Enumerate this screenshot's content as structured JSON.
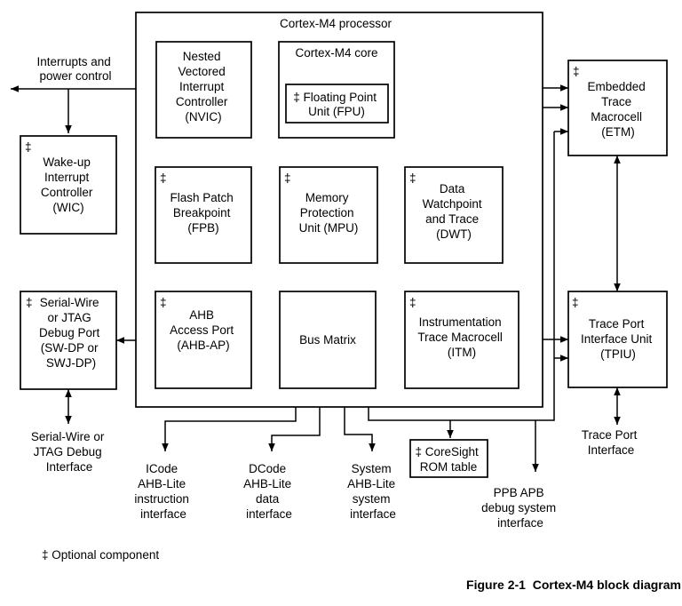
{
  "title": "Cortex-M4 processor",
  "boxes": {
    "nvic": {
      "lines": [
        "Nested",
        "Vectored",
        "Interrupt",
        "Controller",
        "(NVIC)"
      ]
    },
    "core": {
      "label": "Cortex-M4 core"
    },
    "fpu": {
      "lines": [
        "‡ Floating Point",
        "Unit (FPU)"
      ]
    },
    "wic": {
      "dagger": "‡",
      "lines": [
        "Wake-up",
        "Interrupt",
        "Controller",
        "(WIC)"
      ]
    },
    "fpb": {
      "dagger": "‡",
      "lines": [
        "Flash Patch",
        "Breakpoint",
        "(FPB)"
      ]
    },
    "mpu": {
      "dagger": "‡",
      "lines": [
        "Memory",
        "Protection",
        "Unit (MPU)"
      ]
    },
    "dwt": {
      "dagger": "‡",
      "lines": [
        "Data",
        "Watchpoint",
        "and Trace",
        "(DWT)"
      ]
    },
    "swdp": {
      "dagger": "‡",
      "lines": [
        "Serial-Wire",
        "or JTAG",
        "Debug Port",
        "(SW-DP or",
        "SWJ-DP)"
      ]
    },
    "ahbap": {
      "dagger": "‡",
      "lines": [
        "AHB",
        "Access Port",
        "(AHB-AP)"
      ]
    },
    "bus_matrix": {
      "label": "Bus Matrix"
    },
    "itm": {
      "dagger": "‡",
      "lines": [
        "Instrumentation",
        "Trace Macrocell",
        "(ITM)"
      ]
    },
    "etm": {
      "dagger": "‡",
      "lines": [
        "Embedded",
        "Trace",
        "Macrocell",
        "(ETM)"
      ]
    },
    "tpiu": {
      "dagger": "‡",
      "lines": [
        "Trace Port",
        "Interface Unit",
        "(TPIU)"
      ]
    },
    "rom_table": {
      "lines": [
        "‡ CoreSight",
        "ROM table"
      ]
    }
  },
  "labels": {
    "interrupts": [
      "Interrupts and",
      "power control"
    ],
    "swd_interface": [
      "Serial-Wire or",
      "JTAG Debug",
      "Interface"
    ],
    "icode": [
      "ICode",
      "AHB-Lite",
      "instruction",
      "interface"
    ],
    "dcode": [
      "DCode",
      "AHB-Lite",
      "data",
      "interface"
    ],
    "system": [
      "System",
      "AHB-Lite",
      "system",
      "interface"
    ],
    "ppb": [
      "PPB APB",
      "debug system",
      "interface"
    ],
    "trace_port": [
      "Trace Port",
      "Interface"
    ]
  },
  "notes": {
    "optional": "‡ Optional component"
  },
  "caption": "Figure 2-1  Cortex-M4 block diagram",
  "colors": {
    "line": "#000000",
    "text": "#000000",
    "background": "#ffffff"
  }
}
